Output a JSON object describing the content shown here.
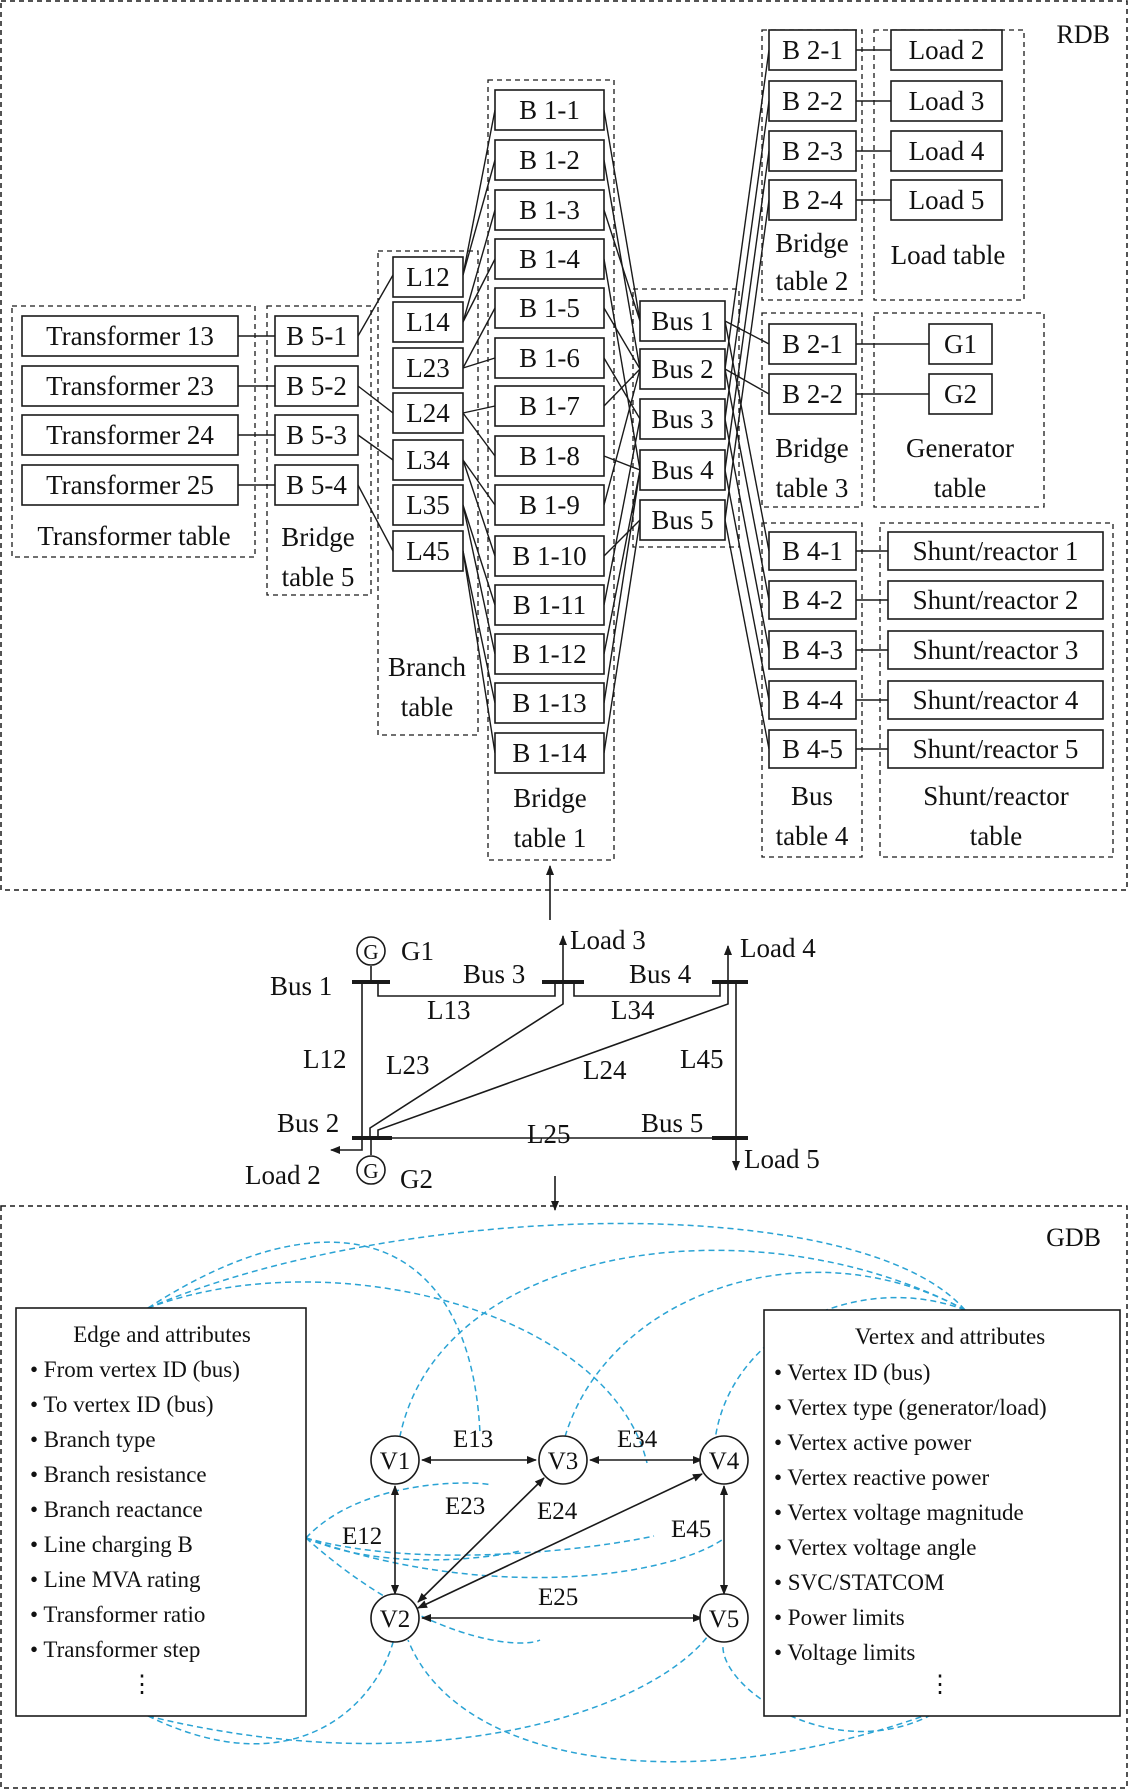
{
  "colors": {
    "ink": "#1a1a1a",
    "link": "#2aa3d4",
    "background": "#ffffff"
  },
  "rdb": {
    "label": "RDB",
    "transformer_table": {
      "rows": [
        "Transformer 13",
        "Transformer 23",
        "Transformer 24",
        "Transformer 25"
      ],
      "caption": "Transformer table"
    },
    "bridge_table_5": {
      "rows": [
        "B 5-1",
        "B 5-2",
        "B 5-3",
        "B 5-4"
      ],
      "caption": [
        "Bridge",
        "table 5"
      ]
    },
    "branch_table": {
      "rows": [
        "L12",
        "L14",
        "L23",
        "L24",
        "L34",
        "L35",
        "L45"
      ],
      "caption": [
        "Branch",
        "table"
      ]
    },
    "bridge_table_1": {
      "rows": [
        "B 1-1",
        "B 1-2",
        "B 1-3",
        "B 1-4",
        "B 1-5",
        "B 1-6",
        "B 1-7",
        "B 1-8",
        "B 1-9",
        "B 1-10",
        "B 1-11",
        "B 1-12",
        "B 1-13",
        "B 1-14"
      ],
      "caption": [
        "Bridge",
        "table 1"
      ]
    },
    "bus_table": {
      "rows": [
        "Bus 1",
        "Bus 2",
        "Bus 3",
        "Bus 4",
        "Bus 5"
      ]
    },
    "bridge_table_2": {
      "rows": [
        "B 2-1",
        "B 2-2",
        "B 2-3",
        "B 2-4"
      ],
      "caption": [
        "Bridge",
        "table 2"
      ]
    },
    "load_table": {
      "rows": [
        "Load 2",
        "Load 3",
        "Load 4",
        "Load 5"
      ],
      "caption": "Load table"
    },
    "bridge_table_3": {
      "rows": [
        "B 2-1",
        "B 2-2"
      ],
      "caption": [
        "Bridge",
        "table 3"
      ]
    },
    "generator_table": {
      "rows": [
        "G1",
        "G2"
      ],
      "caption": [
        "Generator",
        "table"
      ]
    },
    "bus_table_4": {
      "rows": [
        "B 4-1",
        "B 4-2",
        "B 4-3",
        "B 4-4",
        "B 4-5"
      ],
      "caption": [
        "Bus",
        "table 4"
      ]
    },
    "shunt_table": {
      "rows": [
        "Shunt/reactor 1",
        "Shunt/reactor 2",
        "Shunt/reactor 3",
        "Shunt/reactor 4",
        "Shunt/reactor 5"
      ],
      "caption": [
        "Shunt/reactor",
        "table"
      ]
    }
  },
  "grid": {
    "gen_symbol": "G",
    "labels": {
      "g1": "G1",
      "g2": "G2",
      "bus1": "Bus 1",
      "bus2": "Bus 2",
      "bus3": "Bus 3",
      "bus4": "Bus 4",
      "bus5": "Bus 5",
      "load2": "Load 2",
      "load3": "Load 3",
      "load4": "Load 4",
      "load5": "Load 5",
      "l12": "L12",
      "l13": "L13",
      "l23": "L23",
      "l24": "L24",
      "l25": "L25",
      "l34": "L34",
      "l45": "L45"
    }
  },
  "gdb": {
    "label": "GDB",
    "vertices": [
      "V1",
      "V2",
      "V3",
      "V4",
      "V5"
    ],
    "edges": {
      "e12": "E12",
      "e13": "E13",
      "e23": "E23",
      "e24": "E24",
      "e25": "E25",
      "e34": "E34",
      "e45": "E45"
    },
    "edge_box": {
      "title": "Edge and attributes",
      "items": [
        "From vertex ID (bus)",
        "To vertex ID (bus)",
        "Branch type",
        "Branch resistance",
        "Branch reactance",
        "Line charging B",
        "Line MVA rating",
        "Transformer ratio",
        "Transformer step"
      ],
      "ellipsis": "⋮"
    },
    "vertex_box": {
      "title": "Vertex and attributes",
      "items": [
        "Vertex ID (bus)",
        "Vertex type (generator/load)",
        "Vertex active power",
        "Vertex reactive power",
        "Vertex voltage magnitude",
        "Vertex voltage angle",
        "SVC/STATCOM",
        "Power limits",
        "Voltage limits"
      ],
      "ellipsis": "⋮"
    }
  }
}
